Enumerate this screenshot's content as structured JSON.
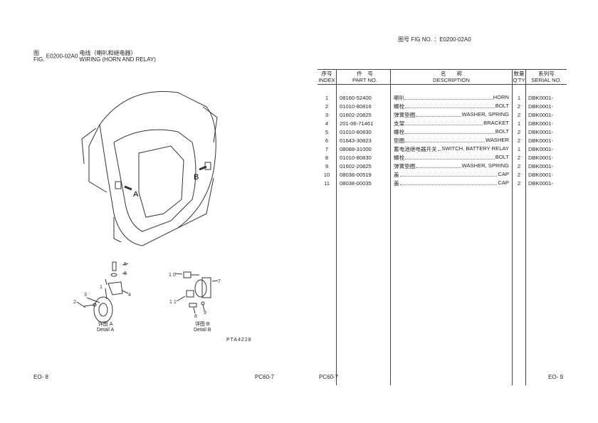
{
  "header": {
    "fig_label": "图号 FIG NO. ：E0200-02A0"
  },
  "caption": {
    "fig_cn": "图",
    "fig_en": "FIG.",
    "fig_no": "E0200-02A0",
    "title_cn": "电线（喇叭和继电器）",
    "title_en": "WIRING (HORN AND RELAY)"
  },
  "illustration": {
    "callouts": [
      "A",
      "B",
      "1",
      "2",
      "3",
      "4",
      "5",
      "6",
      "7",
      "8",
      "9",
      "10",
      "11"
    ],
    "detail_a_cn": "详图 A",
    "detail_a_en": "Detail A",
    "detail_b_cn": "详图 B",
    "detail_b_en": "Detail B",
    "drawing_code": "PTA4228"
  },
  "table": {
    "headers": {
      "index_cn": "序号",
      "index_en": "INDEX",
      "part_cn": "件　号",
      "part_en": "PART NO.",
      "desc_cn": "名　　称",
      "desc_en": "DESCRIPTION",
      "qty_cn": "数量",
      "qty_en": "Q'TY",
      "serial_cn": "系列号",
      "serial_en": "SERIAL NO."
    },
    "rows": [
      {
        "index": "1",
        "part": "08160-52400",
        "cn": "喇叭",
        "en": "HORN",
        "qty": "1",
        "serial": "DBK0001-"
      },
      {
        "index": "2",
        "part": "01010-80816",
        "cn": "螺栓",
        "en": "BOLT",
        "qty": "2",
        "serial": "DBK0001-"
      },
      {
        "index": "3",
        "part": "01602-20825",
        "cn": "弹簧垫圈",
        "en": "WASHER, SPRING",
        "qty": "2",
        "serial": "DBK0001-"
      },
      {
        "index": "4",
        "part": "201-06-71461",
        "cn": "支架",
        "en": "BRACKET",
        "qty": "1",
        "serial": "DBK0001-"
      },
      {
        "index": "5",
        "part": "01010-80830",
        "cn": "螺栓",
        "en": "BOLT",
        "qty": "2",
        "serial": "DBK0001-"
      },
      {
        "index": "6",
        "part": "01643-30823",
        "cn": "垫圈",
        "en": "WASHER",
        "qty": "2",
        "serial": "DBK0001-"
      },
      {
        "index": "7",
        "part": "08088-31000",
        "cn": "蓄电池继电器开关",
        "en": "SWITCH, BATTERY RELAY",
        "qty": "1",
        "serial": "DBK0001-"
      },
      {
        "index": "8",
        "part": "01010-80830",
        "cn": "螺栓",
        "en": "BOLT",
        "qty": "2",
        "serial": "DBK0001-"
      },
      {
        "index": "9",
        "part": "01602-20825",
        "cn": "弹簧垫圈",
        "en": "WASHER, SPRING",
        "qty": "2",
        "serial": "DBK0001-"
      },
      {
        "index": "10",
        "part": "08038-00519",
        "cn": "盖",
        "en": "CAP",
        "qty": "2",
        "serial": "DBK0001-"
      },
      {
        "index": "11",
        "part": "08038-00035",
        "cn": "盖",
        "en": "CAP",
        "qty": "2",
        "serial": "DBK0001-"
      }
    ]
  },
  "footer": {
    "left_page": "EO- 8",
    "left_model": "PC60-7",
    "right_model": "PC60-7",
    "right_page": "EO- 9"
  }
}
